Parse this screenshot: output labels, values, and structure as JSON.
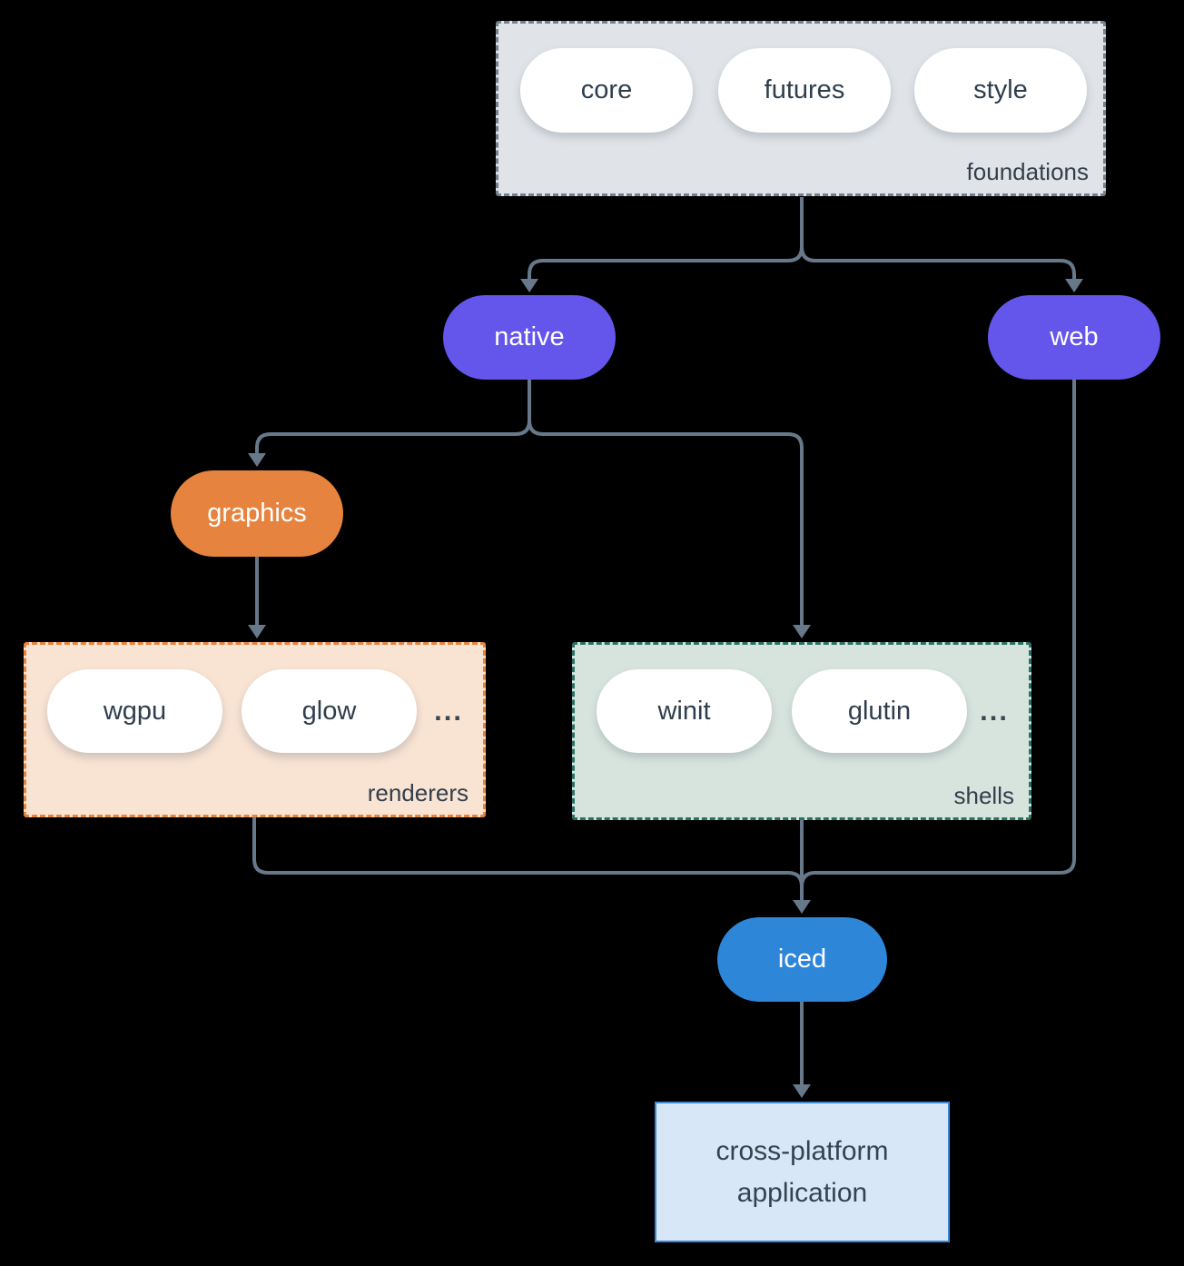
{
  "groups": {
    "foundations": {
      "label": "foundations",
      "items": [
        "core",
        "futures",
        "style"
      ]
    },
    "renderers": {
      "label": "renderers",
      "items": [
        "wgpu",
        "glow"
      ],
      "ellipsis": "..."
    },
    "shells": {
      "label": "shells",
      "items": [
        "winit",
        "glutin"
      ],
      "ellipsis": "..."
    }
  },
  "nodes": {
    "native": "native",
    "web": "web",
    "graphics": "graphics",
    "iced": "iced",
    "application": "cross-platform application"
  },
  "colors": {
    "background": "#000000",
    "connector": "#66788a",
    "node_purple": "#6456eb",
    "node_orange": "#e6843f",
    "node_blue": "#2e86d8",
    "foundations_fill": "#e0e4e8",
    "foundations_border": "#74828f",
    "renderers_fill": "#f9e3d3",
    "renderers_border": "#e8833a",
    "shells_fill": "#d7e4de",
    "shells_border": "#2b7265",
    "application_fill": "#d8e7f7",
    "application_border": "#3d87da",
    "text_dark": "#2f3e4c",
    "text_light": "#ffffff"
  }
}
